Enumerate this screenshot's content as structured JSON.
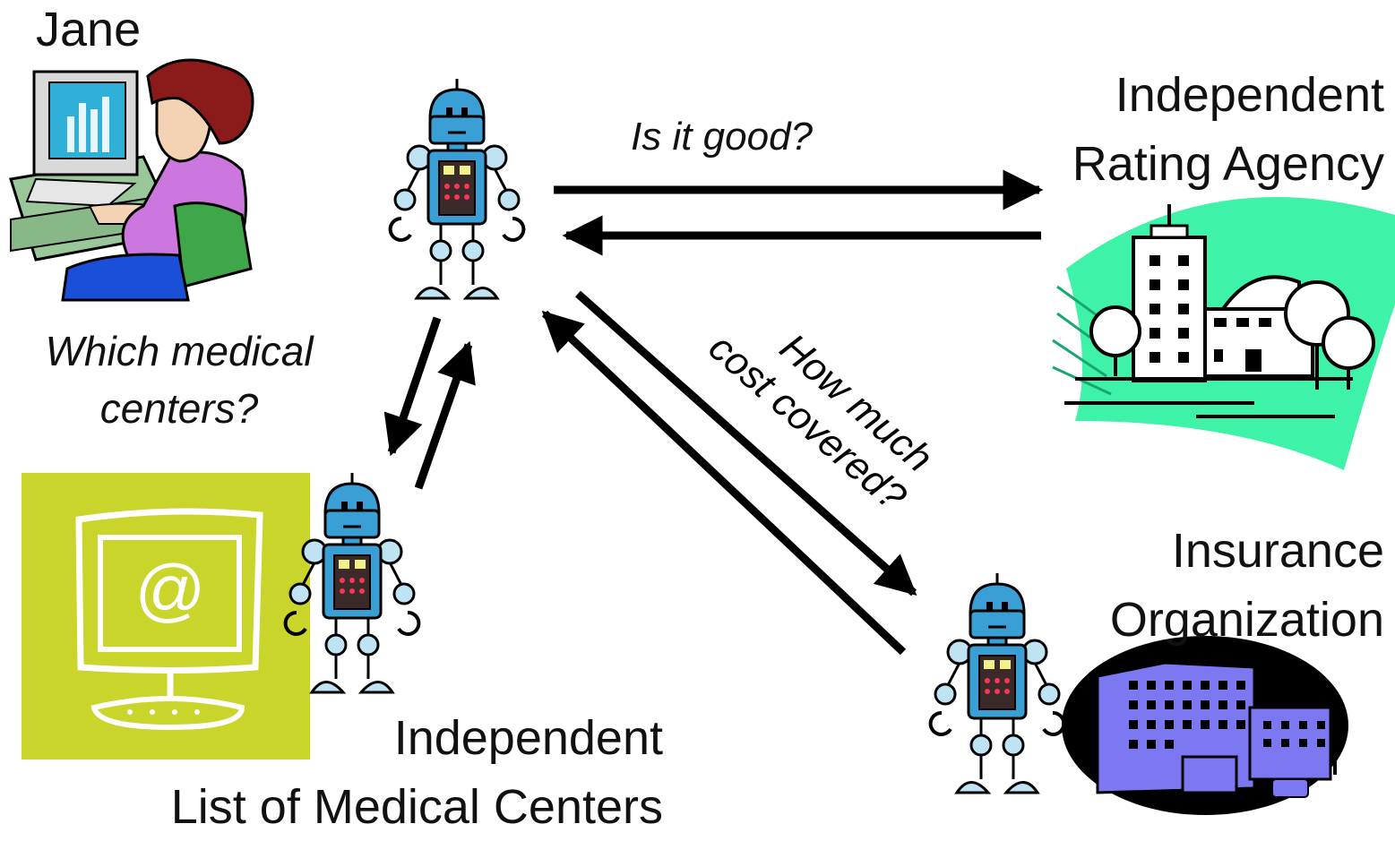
{
  "nodes": {
    "user": {
      "name": "Jane",
      "question": [
        "Which medical",
        "centers?"
      ]
    },
    "rating_agency": {
      "name": [
        "Independent",
        "Rating Agency"
      ]
    },
    "medical_list": {
      "name": [
        "Independent",
        "List of Medical Centers"
      ]
    },
    "insurance": {
      "name": [
        "Insurance",
        "Organization"
      ]
    }
  },
  "edges": {
    "agent_to_rating": {
      "label": "Is it good?"
    },
    "agent_to_insurance": {
      "label": [
        "How much",
        "cost covered?"
      ]
    }
  },
  "colors": {
    "robot_body": "#3a9fd4",
    "robot_light": "#bfe3f2",
    "rating_bg": "#3ef3a8",
    "medical_bg": "#c9d52a",
    "insurance_building": "#7b78f2",
    "jane_shirt": "#cc77dd",
    "jane_hair": "#8b1a1a"
  }
}
